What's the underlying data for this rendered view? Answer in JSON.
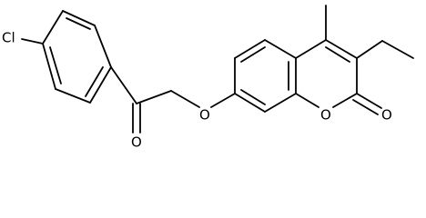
{
  "molecule": {
    "atoms": {
      "chlorine": "Cl",
      "ketone_oxygen": "O",
      "ether_oxygen": "O",
      "ring_oxygen": "O",
      "lactone_carbonyl_oxygen": "O"
    }
  }
}
